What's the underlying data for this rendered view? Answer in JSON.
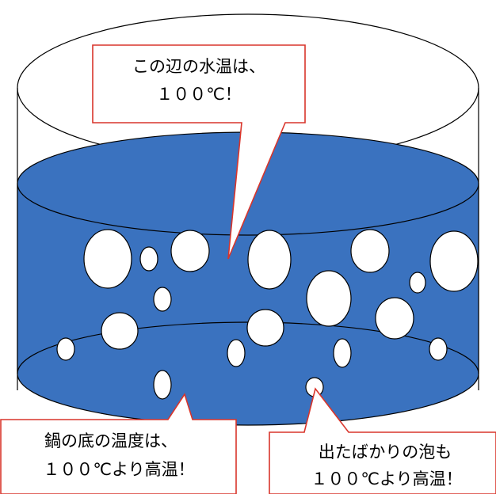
{
  "colors": {
    "water": "#3A72BF",
    "outline": "#000000",
    "callout_border": "#D9352B",
    "bubble": "#FFFFFF"
  },
  "callouts": {
    "top": {
      "line1": "この辺の水温は、",
      "line2": "１００℃！"
    },
    "bottom_left": {
      "line1": "鍋の底の温度は、",
      "line2": "１００℃より高温！"
    },
    "bottom_right": {
      "line1": "出たばかりの泡も",
      "line2": "１００℃より高温！"
    }
  }
}
